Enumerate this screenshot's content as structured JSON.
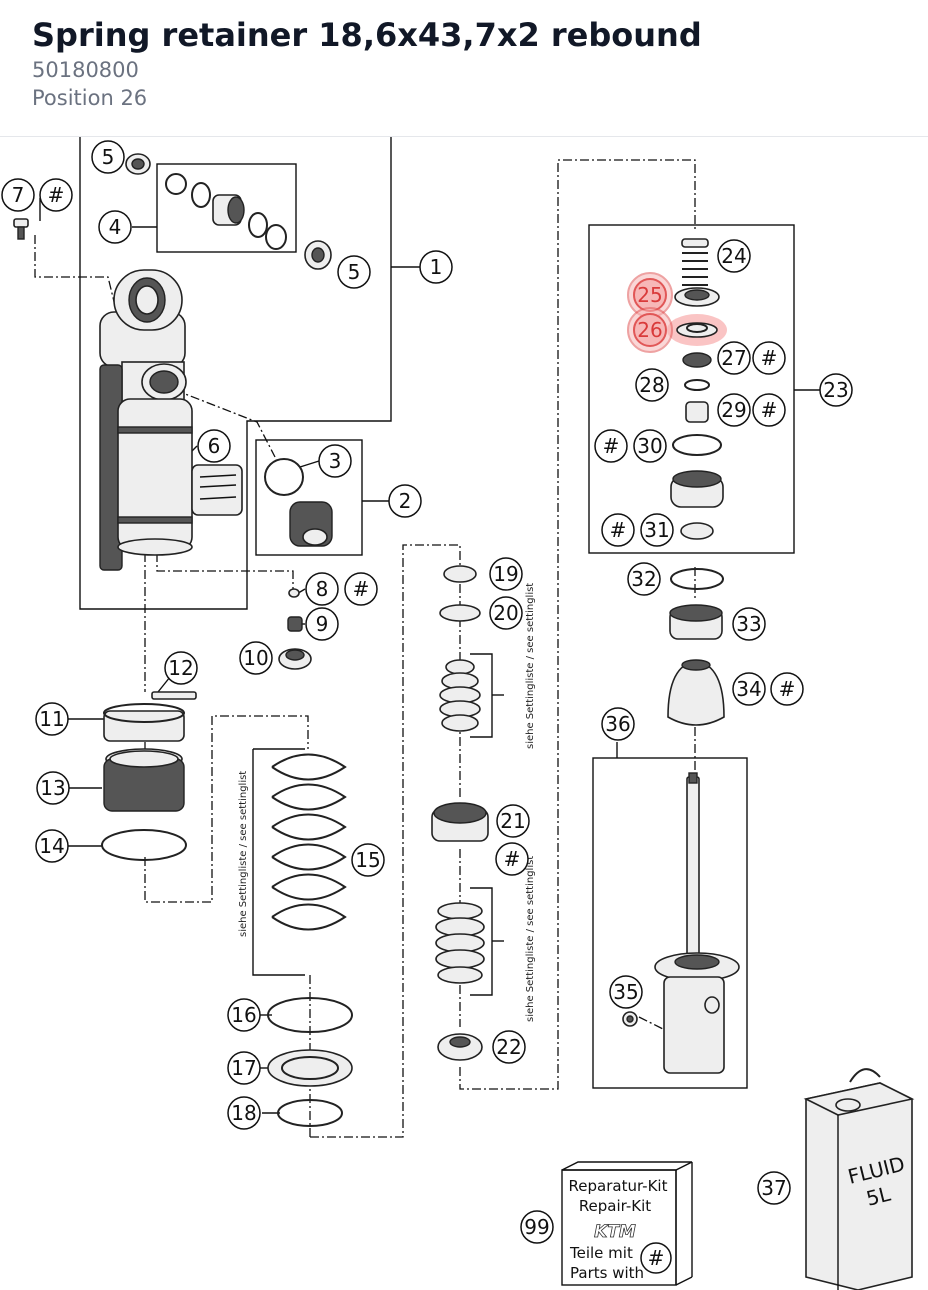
{
  "header": {
    "title": "Spring retainer 18,6x43,7x2 rebound",
    "part_number": "50180800",
    "position": "Position 26"
  },
  "highlight_color": "#e15757",
  "callouts": [
    {
      "label": "5"
    },
    {
      "label": "7"
    },
    {
      "label": "#"
    },
    {
      "label": "4"
    },
    {
      "label": "5"
    },
    {
      "label": "1"
    },
    {
      "label": "6"
    },
    {
      "label": "3"
    },
    {
      "label": "2"
    },
    {
      "label": "8"
    },
    {
      "label": "#"
    },
    {
      "label": "9"
    },
    {
      "label": "10"
    },
    {
      "label": "12"
    },
    {
      "label": "11"
    },
    {
      "label": "13"
    },
    {
      "label": "14"
    },
    {
      "label": "15"
    },
    {
      "label": "16"
    },
    {
      "label": "17"
    },
    {
      "label": "18"
    },
    {
      "label": "19"
    },
    {
      "label": "20"
    },
    {
      "label": "21"
    },
    {
      "label": "#"
    },
    {
      "label": "22"
    },
    {
      "label": "24"
    },
    {
      "label": "25"
    },
    {
      "label": "26"
    },
    {
      "label": "27"
    },
    {
      "label": "#"
    },
    {
      "label": "28"
    },
    {
      "label": "23"
    },
    {
      "label": "29"
    },
    {
      "label": "#"
    },
    {
      "label": "#"
    },
    {
      "label": "30"
    },
    {
      "label": "#"
    },
    {
      "label": "31"
    },
    {
      "label": "32"
    },
    {
      "label": "33"
    },
    {
      "label": "34"
    },
    {
      "label": "#"
    },
    {
      "label": "36"
    },
    {
      "label": "35"
    },
    {
      "label": "37"
    },
    {
      "label": "99"
    }
  ],
  "annotations": {
    "settinglist": "siehe Settingliste / see settinglist",
    "settinglist_short": "siehe Settingliste / see settinglist",
    "repair_kit_line1": "Reparatur-Kit",
    "repair_kit_line2": "Repair-Kit",
    "repair_kit_line3": "Teile mit",
    "repair_kit_line4": "Parts with",
    "repair_kit_hash": "#",
    "brand": "KTM",
    "fluid_line1": "FLUID",
    "fluid_line2": "5L"
  }
}
